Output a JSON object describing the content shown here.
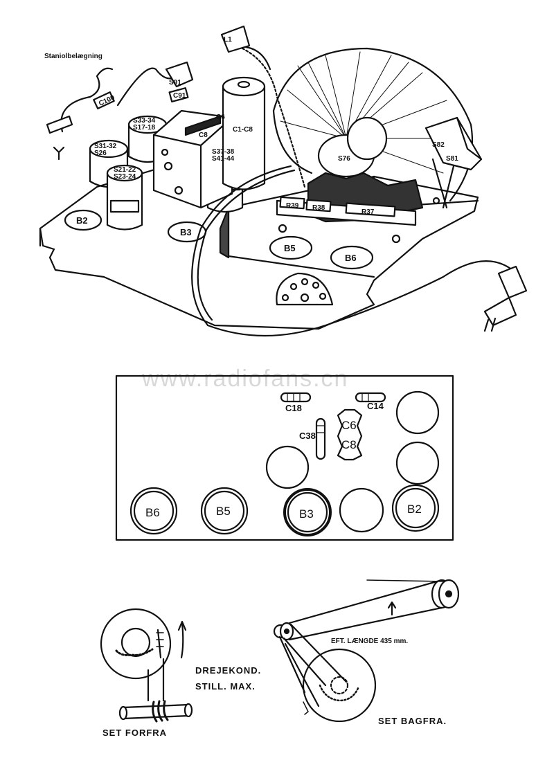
{
  "watermark": "www.radiofans.cn",
  "chassis": {
    "staniol_label": "Staniolbelægning",
    "labels": {
      "l1": "L1",
      "c100": "C100",
      "s91": "S91",
      "c91": "C91",
      "c1_c8": "C1-C8",
      "c8": "C8",
      "c6": "C6",
      "s76": "S76",
      "s82": "S82",
      "s81": "S81",
      "coil_a": "S33-34",
      "coil_a2": "S17-18",
      "coil_b": "S31-32",
      "coil_b2": "S26",
      "coil_c": "S21-22",
      "coil_c2": "S23-24",
      "coil_d": "S37-38",
      "coil_d2": "S41-44",
      "r39": "R39",
      "r38": "R38",
      "r37": "R37",
      "b2": "B2",
      "b3": "B3",
      "b5": "B5",
      "b6": "B6"
    }
  },
  "layout_plan": {
    "c18": "C18",
    "c14": "C14",
    "c38": "C38",
    "c6": "C6",
    "c8": "C8",
    "sockets": [
      "B6",
      "B5",
      "B3",
      "",
      "B2"
    ]
  },
  "dial_front": {
    "caption": "SET FORFRA",
    "note_line1": "DREJEKOND.",
    "note_line2": "STILL. MAX."
  },
  "dial_back": {
    "caption": "SET BAGFRA.",
    "length_note": "EFT. LÆNGDE 435 mm."
  }
}
